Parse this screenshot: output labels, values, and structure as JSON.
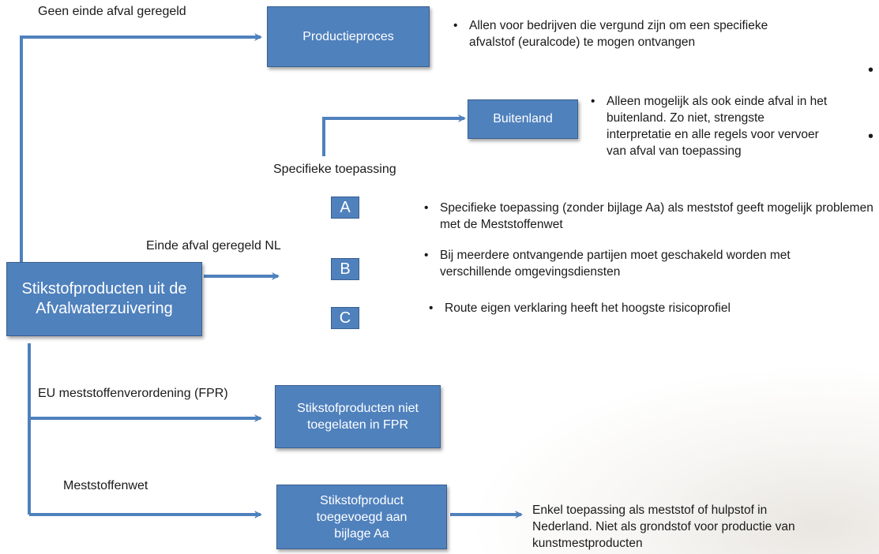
{
  "boxes": {
    "production": "Productieproces",
    "abroad": "Buitenland",
    "source": "Stikstofproducten uit de Afvalwaterzuivering",
    "not_fpr": "Stikstofproducten niet toegelaten in FPR",
    "annex": "Stikstofproduct toegevoegd aan bijlage Aa"
  },
  "labels": {
    "no_end_waste": "Geen einde afval geregeld",
    "specific_application": "Specifieke toepassing",
    "end_waste_nl": "Einde afval geregeld NL",
    "eu_fpr": "EU meststoffenverordening (FPR)",
    "fertilizer_act": "Meststoffenwet"
  },
  "letters": [
    "A",
    "B",
    "C"
  ],
  "bullets": {
    "production": "Allen voor bedrijven die vergund zijn om een specifieke afvalstof (euralcode) te mogen ontvangen",
    "abroad": "Alleen mogelijk als ook einde afval in het buitenland. Zo niet, strengste interpretatie en alle regels voor vervoer van afval van toepassing",
    "specific_1": "Specifieke toepassing (zonder bijlage Aa) als meststof geeft mogelijk problemen met de Meststoffenwet",
    "specific_2": "Bij meerdere ontvangende partijen moet geschakeld worden met verschillende omgevingsdiensten",
    "route_c": "Route eigen verklaring heeft het hoogste risicoprofiel",
    "annex_note": "Enkel toepassing als meststof of hulpstof in Nederland. Niet als grondstof voor productie van kunstmestproducten"
  },
  "bullet_glyph": "•"
}
